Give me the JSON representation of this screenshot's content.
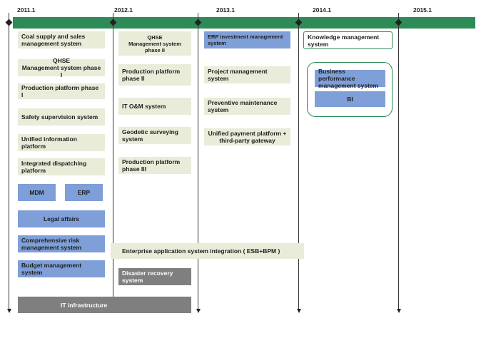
{
  "years": [
    "2011.1",
    "2012.1",
    "2013.1",
    "2014.1",
    "2015.1"
  ],
  "col1": {
    "coal": "Coal supply and sales management system",
    "qhse1_line1": "QHSE",
    "qhse1_line2": "Management system   phase I",
    "prod1": "Production platform   phase I",
    "safety": "Safety supervision system",
    "unified_info": "Unified information platform",
    "dispatch": "Integrated dispatching platform",
    "mdm": "MDM",
    "erp": "ERP",
    "legal": "Legal affairs",
    "risk": "Comprehensive risk management system",
    "budget": "Budget management system"
  },
  "col2": {
    "qhse2_line1": "QHSE",
    "qhse2_line2": "Management system phase II",
    "prod2": "Production platform phase II",
    "itom": "IT O&M system",
    "geodetic": "Geodetic surveying system",
    "prod3": "Production platform phase III",
    "disaster": "Disaster recovery system"
  },
  "col3": {
    "erp_invest": "ERP investment management system",
    "project": "Project management system",
    "preventive": "Preventive maintenance system",
    "payment": "Unified payment platform + third-party gateway"
  },
  "col4": {
    "knowledge": "Knowledge management system",
    "business": "Business performance management system",
    "bi": "BI"
  },
  "spanning": {
    "esb": "Enterprise application system integration ( ESB+BPM )",
    "infra": "IT infrastructure"
  },
  "colors": {
    "timeline": "#2e8b57",
    "green_box": "#e8ecd9",
    "blue_box": "#7e9fd8",
    "gray_box": "#7f7f7f"
  }
}
